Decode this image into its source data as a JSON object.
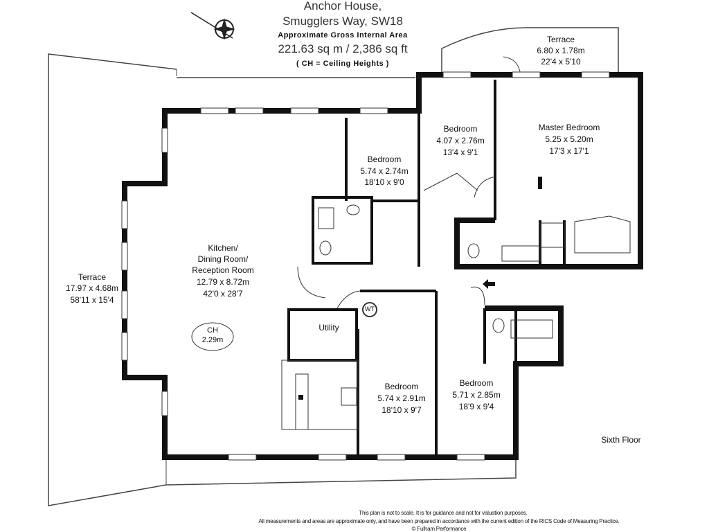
{
  "header": {
    "title_line1": "Anchor House,",
    "title_line2": "Smugglers Way, SW18",
    "area_label": "Approximate Gross Internal Area",
    "area_value": "221.63 sq m  /  2,386 sq ft",
    "legend": "( CH = Ceiling Heights )"
  },
  "rooms": {
    "terrace_top": {
      "name": "Terrace",
      "metric": "6.80 x 1.78m",
      "imperial": "22'4 x 5'10"
    },
    "bedroom_small": {
      "name": "Bedroom",
      "metric": "4.07 x 2.76m",
      "imperial": "13'4 x 9'1"
    },
    "master_bedroom": {
      "name": "Master Bedroom",
      "metric": "5.25 x 5.20m",
      "imperial": "17'3 x 17'1"
    },
    "bedroom_upper": {
      "name": "Bedroom",
      "metric": "5.74 x 2.74m",
      "imperial": "18'10 x 9'0"
    },
    "kitchen": {
      "name1": "Kitchen/",
      "name2": "Dining Room/",
      "name3": "Reception Room",
      "metric": "12.79 x 8.72m",
      "imperial": "42'0 x 28'7"
    },
    "terrace_left": {
      "name": "Terrace",
      "metric": "17.97 x 4.68m",
      "imperial": "58'11 x 15'4"
    },
    "ceiling": {
      "label": "CH",
      "value": "2.29m"
    },
    "utility": {
      "name": "Utility"
    },
    "wt": {
      "name": "WT"
    },
    "bedroom_lower_left": {
      "name": "Bedroom",
      "metric": "5.74 x 2.91m",
      "imperial": "18'10 x 9'7"
    },
    "bedroom_lower_right": {
      "name": "Bedroom",
      "metric": "5.71 x 2.85m",
      "imperial": "18'9 x 9'4"
    }
  },
  "floor_label": "Sixth Floor",
  "footer": {
    "line1": "This plan is not to scale. It is for guidance and not for valuation purposes.",
    "line2": "All measurements and areas are approximate only, and have been prepared in accordance with the current edition of the RICS Code of Measuring Practice.",
    "line3": "© Fulham Performance"
  },
  "colors": {
    "wall": "#111111",
    "line": "#333333",
    "background": "#ffffff"
  }
}
